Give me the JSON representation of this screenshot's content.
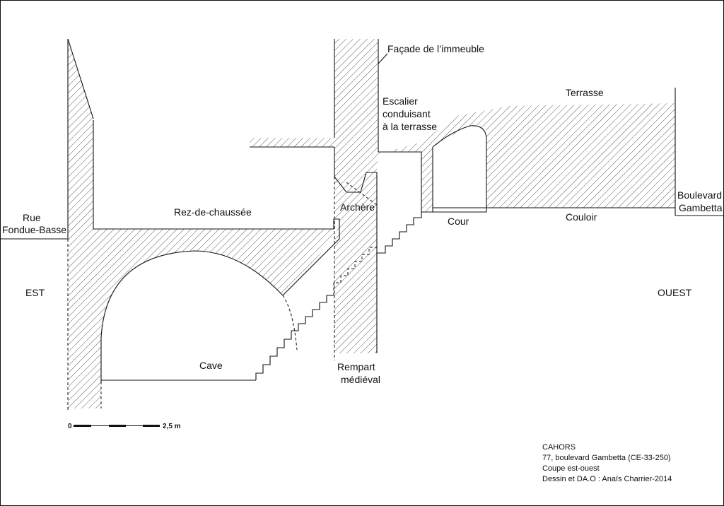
{
  "labels": {
    "facade": "Façade de l’immeuble",
    "terrasse": "Terrasse",
    "escalier_1": "Escalier",
    "escalier_2": "conduisant",
    "escalier_3": "à la terrasse",
    "rez": "Rez-de-chaussée",
    "archere": "Archère",
    "cour": "Cour",
    "couloir": "Couloir",
    "rue_1": "Rue",
    "rue_2": "Fondue-Basse",
    "boulevard_1": "Boulevard",
    "boulevard_2": "Gambetta",
    "est": "EST",
    "ouest": "OUEST",
    "cave": "Cave",
    "rempart_1": "Rempart",
    "rempart_2": "médiéval"
  },
  "scale": {
    "start": "0",
    "end": "2,5 m"
  },
  "caption": {
    "line1": "CAHORS",
    "line2": "77, boulevard Gambetta (CE-33-250)",
    "line3": "Coupe est-ouest",
    "line4": "Dessin et DA.O : Anaïs Charrier-2014"
  },
  "colors": {
    "ink": "#111111",
    "background": "#ffffff"
  }
}
